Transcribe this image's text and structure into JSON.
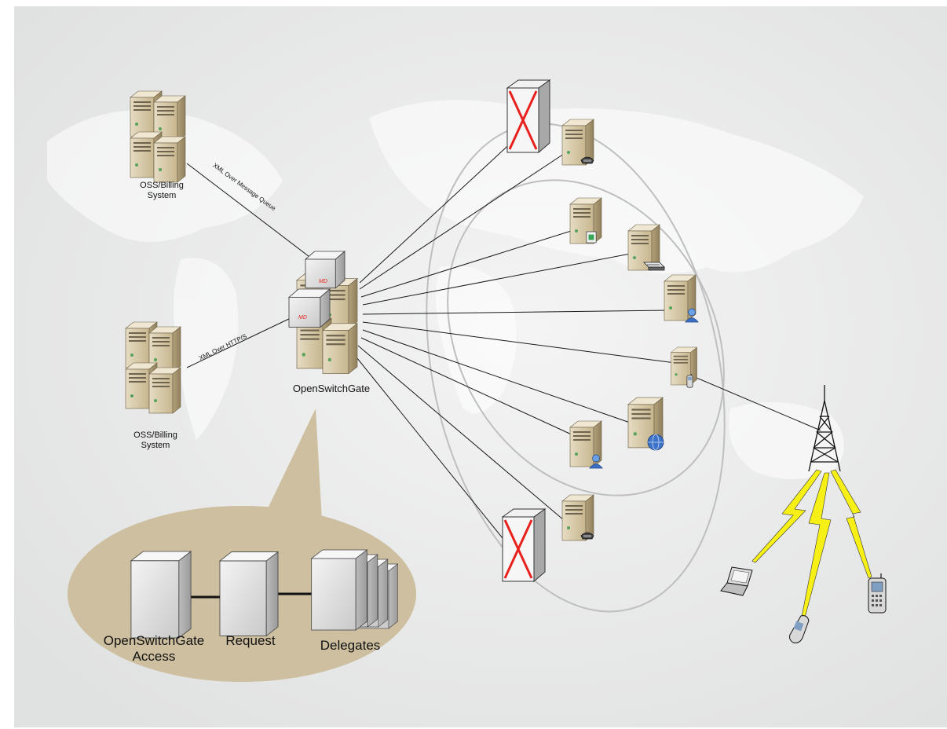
{
  "labels": {
    "oss_top": "OSS/Billing System",
    "oss_bottom": "OSS/Billing System",
    "gateway": "OpenSwitchGate",
    "access": "OpenSwitchGate Access",
    "request": "Request",
    "delegates": "Delegates",
    "conn_top": "XML Over Message Queue",
    "conn_bottom": "XML Over HTTP/S",
    "md_badge_1": "MD",
    "md_badge_2": "MD"
  },
  "colors": {
    "background": "#e7e8e8",
    "callout": "#cdbf9f",
    "server_body": "#d7c8a6",
    "server_side": "#b9a67c",
    "lightning": "#f7f017",
    "failed_x": "#e8211f",
    "user_blue": "#3b6fc6"
  },
  "icons": [
    "server-stack-icon",
    "server-phone-icon",
    "server-chip-icon",
    "server-printer-icon",
    "server-user-icon",
    "server-mobile-icon",
    "server-globe-icon",
    "failed-server-icon",
    "radio-tower-icon",
    "laptop-icon",
    "flip-phone-icon",
    "cell-phone-icon",
    "lightning-icon",
    "gray-block-icon"
  ]
}
